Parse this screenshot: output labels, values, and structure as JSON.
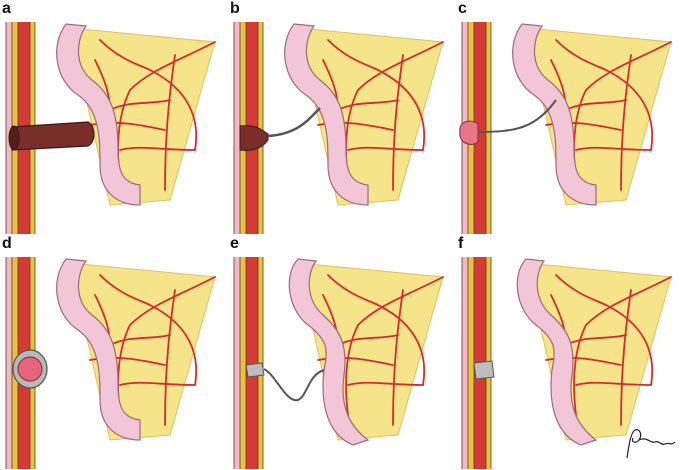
{
  "panels": [
    {
      "label": "a",
      "stage": "open-tract"
    },
    {
      "label": "b",
      "stage": "narrowing-tract"
    },
    {
      "label": "c",
      "stage": "thin-cord"
    },
    {
      "label": "d",
      "stage": "cyst"
    },
    {
      "label": "e",
      "stage": "cord-to-loop"
    },
    {
      "label": "f",
      "stage": "resolved"
    }
  ],
  "colors": {
    "fat": "#f6e48a",
    "vessel": "#d42c2c",
    "bowel": "#f2c6d6",
    "bowel_edge": "#9c6a7a",
    "muscle": "#d43a36",
    "fascia": "#e8c23a",
    "skin": "#f0b8c8",
    "tract": "#7a2e2a",
    "scar": "#bdbdbd"
  },
  "signature": "Pfiorani"
}
